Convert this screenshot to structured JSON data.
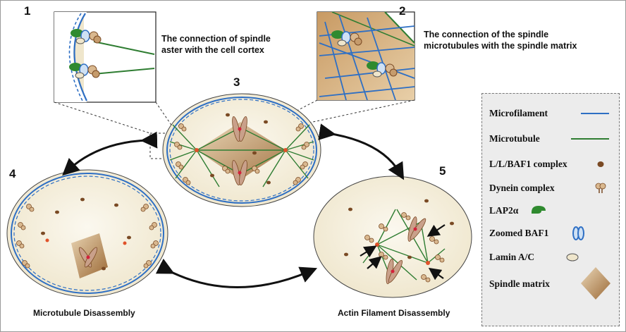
{
  "panels": {
    "p1": {
      "number": "1",
      "caption_line1": "The connection of spindle",
      "caption_line2": "aster with the cell cortex"
    },
    "p2": {
      "number": "2",
      "caption_line1": "The connection of the spindle",
      "caption_line2": "microtubules with the spindle matrix"
    },
    "p3": {
      "number": "3"
    },
    "p4": {
      "number": "4",
      "caption": "Microtubule Disassembly"
    },
    "p5": {
      "number": "5",
      "caption": "Actin Filament Disassembly"
    }
  },
  "legend": {
    "items": [
      {
        "label": "Microfilament",
        "symbol": "blue-line"
      },
      {
        "label": "Microtubule",
        "symbol": "green-line"
      },
      {
        "label": "L/L/BAF1 complex",
        "symbol": "brown-dot"
      },
      {
        "label": "Dynein complex",
        "symbol": "dynein-shape"
      },
      {
        "label": "LAP2α",
        "symbol": "green-crescent"
      },
      {
        "label": "Zoomed BAF1",
        "symbol": "blue-double-oval"
      },
      {
        "label": "Lamin A/C",
        "symbol": "beige-oval"
      },
      {
        "label": "Spindle matrix",
        "symbol": "brown-diamond"
      }
    ]
  },
  "colors": {
    "microfilament": "#2e6fc4",
    "microtubule": "#2f7d32",
    "cell_fill": "#f6f1e3",
    "spindle_matrix": "#b98a55",
    "complex_brown": "#7a4a24",
    "legend_bg": "#ececec"
  }
}
